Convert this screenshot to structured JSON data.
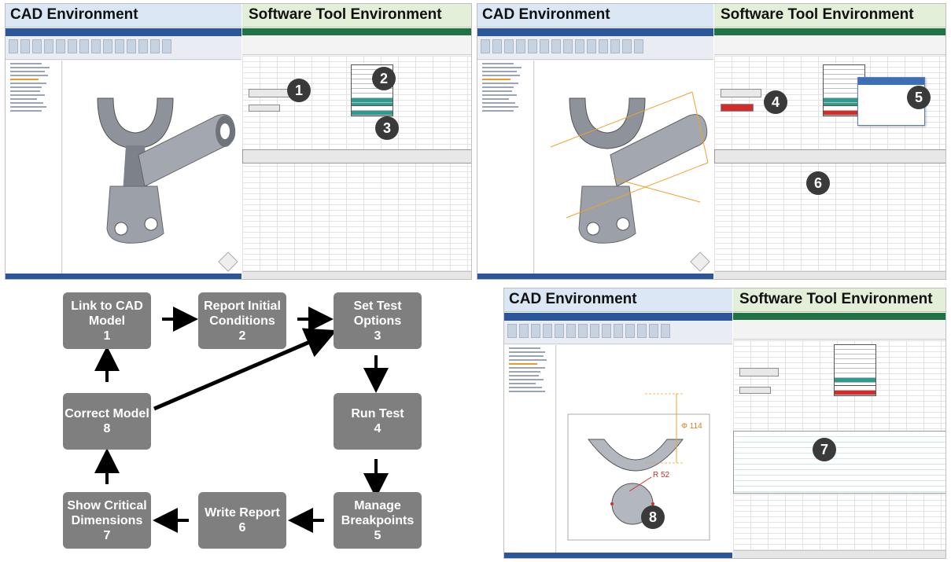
{
  "panels": [
    {
      "cad_title": "CAD Environment",
      "software_title": "Software Tool Environment",
      "badges": [
        "1",
        "2",
        "3"
      ]
    },
    {
      "cad_title": "CAD Environment",
      "software_title": "Software Tool Environment",
      "badges": [
        "4",
        "5",
        "6"
      ]
    },
    {
      "cad_title": "CAD Environment",
      "software_title": "Software Tool Environment",
      "badges": [
        "7",
        "8"
      ]
    }
  ],
  "flow": {
    "nodes": [
      {
        "title": "Link to CAD Model",
        "num": "1"
      },
      {
        "title": "Report Initial Conditions",
        "num": "2"
      },
      {
        "title": "Set Test Options",
        "num": "3"
      },
      {
        "title": "Run Test",
        "num": "4"
      },
      {
        "title": "Manage Breakpoints",
        "num": "5"
      },
      {
        "title": "Write Report",
        "num": "6"
      },
      {
        "title": "Show Critical Dimensions",
        "num": "7"
      },
      {
        "title": "Correct Model",
        "num": "8"
      }
    ]
  },
  "dimension_labels": {
    "diameter": "Φ 114",
    "radius": "R 52"
  },
  "colors": {
    "cad_header": "#dbe7f5",
    "software_header": "#e3efd9",
    "node_fill": "#7f7f7f",
    "arrow": "#000000",
    "badge": "#3a3a3a"
  }
}
